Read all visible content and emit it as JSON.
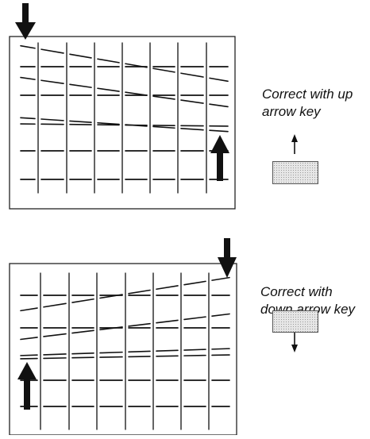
{
  "panels": [
    {
      "id": "up",
      "caption_line1": "Correct with up",
      "caption_line2": "arrow key",
      "key_direction": "up"
    },
    {
      "id": "down",
      "caption_line1": "Correct with",
      "caption_line2": "down arrow key",
      "key_direction": "down"
    }
  ],
  "colors": {
    "ink": "#111111",
    "frame": "#222222",
    "swatch_fill": "#e6e6e6",
    "swatch_dots": "#9a9a9a"
  },
  "icons": [
    "down-arrow-marker-icon",
    "up-arrow-marker-icon",
    "up-arrow-key-icon",
    "down-arrow-key-icon"
  ]
}
